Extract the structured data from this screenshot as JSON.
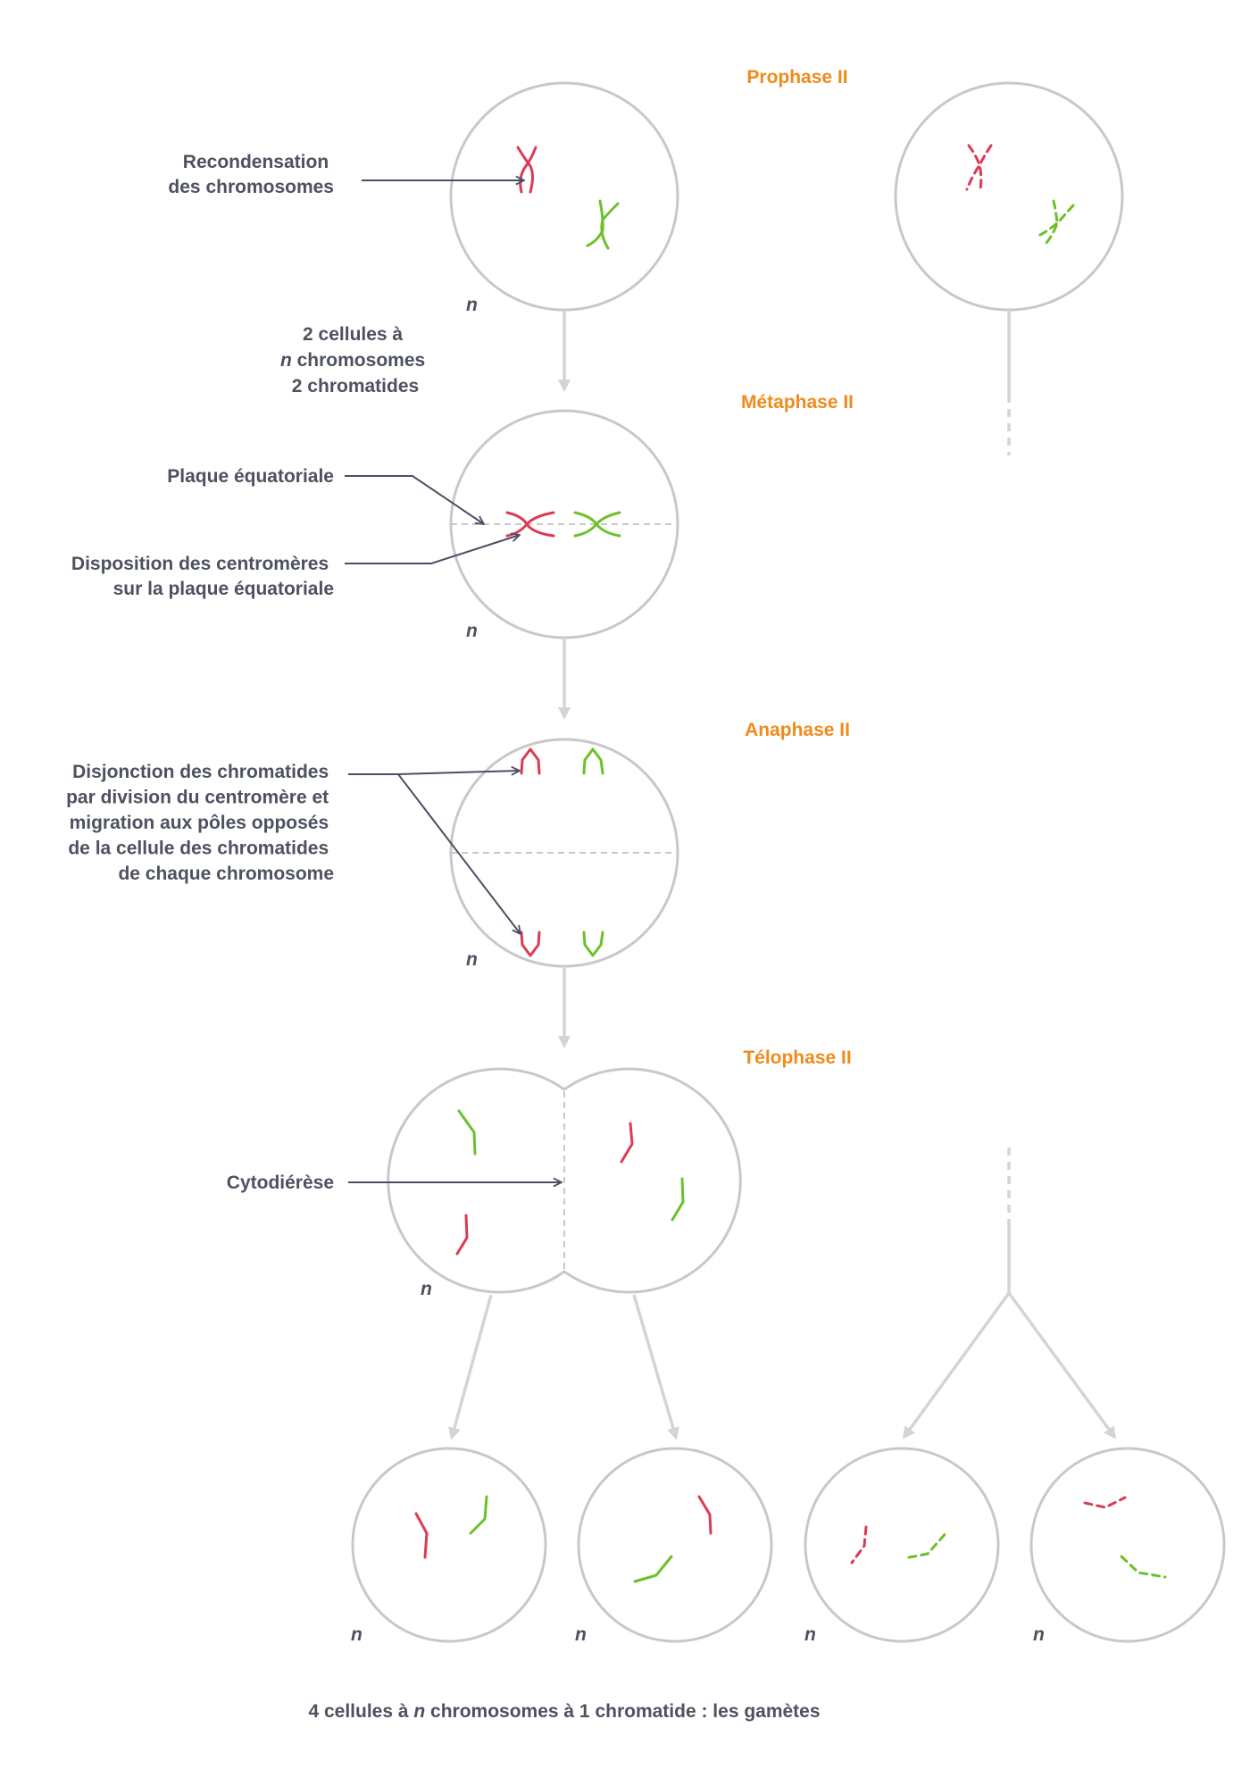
{
  "phases": {
    "prophase": "Prophase II",
    "metaphase": "Métaphase II",
    "anaphase": "Anaphase II",
    "telophase": "Télophase II"
  },
  "labels": {
    "recondensation": [
      "Recondensation",
      "des chromosomes"
    ],
    "intermediate": [
      "2 cellules à",
      "n chromosomes",
      "2 chromatides"
    ],
    "plaque": "Plaque équatoriale",
    "disposition": [
      "Disposition des centromères",
      "sur la plaque équatoriale"
    ],
    "disjonction": [
      "Disjonction des chromatides",
      "par division du centromère et",
      "migration aux pôles opposés",
      "de la cellule des chromatides",
      "de chaque chromosome"
    ],
    "cytodierese": "Cytodiérèse",
    "footer": "4 cellules à n chromosomes à 1 chromatide : les gamètes"
  },
  "ploidy_symbol": "n",
  "colors": {
    "phase_title": "#f08a1c",
    "text": "#4d5160",
    "cell_outline": "#c8c8c8",
    "flow_arrow": "#d4d4d4",
    "pointer": "#4a4f63",
    "chromosome_1": "#dc3b53",
    "chromosome_2": "#6cc12a"
  }
}
